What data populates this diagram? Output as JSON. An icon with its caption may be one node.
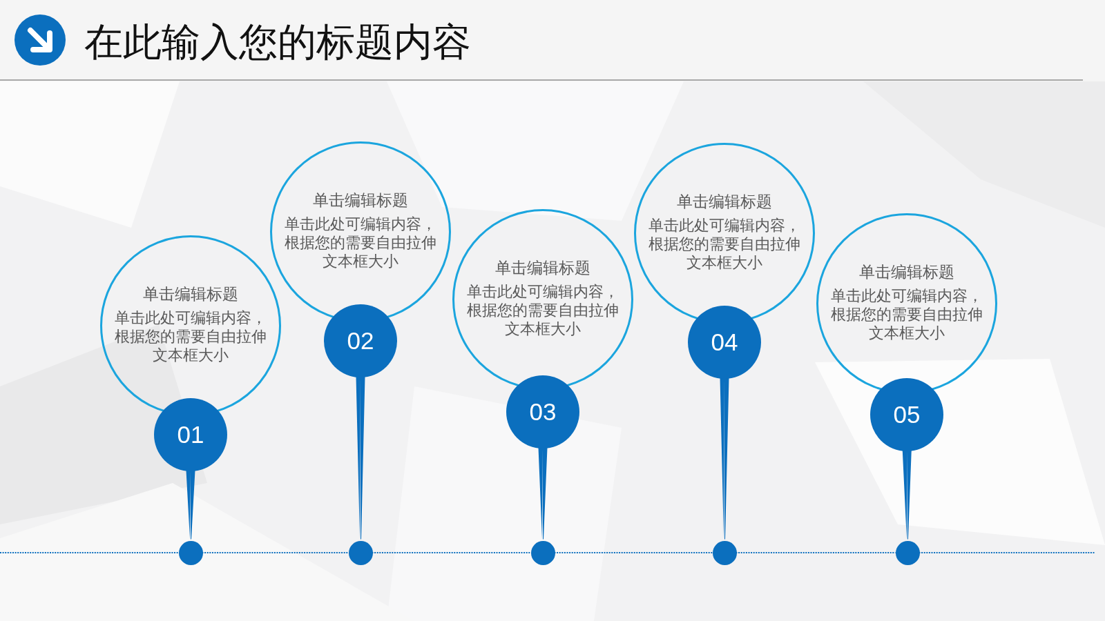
{
  "diagram": {
    "title": "在此输入您的标题内容",
    "nodes": [
      {
        "text": [
          "单击编辑标题",
          "单击此处可编辑内容，根据您的需要自由拉伸文本框大小"
        ]
      },
      {
        "text": [
          "01"
        ]
      },
      {
        "text": [],
        "shape": "circle"
      },
      {
        "text": [
          "单击编辑标题",
          "单击此处可编辑内容，根据您的需要自由拉伸文本框大小"
        ]
      },
      {
        "text": [
          "02"
        ]
      },
      {
        "text": [],
        "shape": "circle"
      },
      {
        "text": [
          "单击编辑标题",
          "单击此处可编辑内容，根据您的需要自由拉伸文本框大小"
        ]
      },
      {
        "text": [
          "03"
        ]
      },
      {
        "text": [],
        "shape": "circle"
      },
      {
        "text": [
          "单击编辑标题",
          "单击此处可编辑内容，根据您的需要自由拉伸文本框大小"
        ]
      },
      {
        "text": [
          "04"
        ]
      },
      {
        "text": [],
        "shape": "circle"
      },
      {
        "text": [
          "单击编辑标题",
          "单击此处可编辑内容，根据您的需要自由拉伸文本框大小"
        ]
      },
      {
        "text": [
          "05"
        ]
      },
      {
        "text": [],
        "shape": "circle"
      }
    ],
    "edges": [
      {
        "from": 1,
        "to": 2,
        "arrow": "none"
      },
      {
        "from": 4,
        "to": 5,
        "arrow": "none"
      },
      {
        "from": 7,
        "to": 8,
        "arrow": "none"
      },
      {
        "from": 10,
        "to": 11,
        "arrow": "none"
      },
      {
        "from": 13,
        "to": 14,
        "arrow": "none"
      },
      {
        "from": null,
        "to": 2,
        "arrow": "none",
        "style": "dashed"
      },
      {
        "from": 2,
        "to": 5,
        "arrow": "none",
        "style": "dashed"
      },
      {
        "from": 5,
        "to": 8,
        "arrow": "none",
        "style": "dashed"
      },
      {
        "from": 8,
        "to": 11,
        "arrow": "none",
        "style": "dashed"
      },
      {
        "from": 11,
        "to": 14,
        "arrow": "none",
        "style": "dashed"
      },
      {
        "from": 14,
        "to": null,
        "arrow": "none",
        "style": "dashed"
      }
    ]
  }
}
